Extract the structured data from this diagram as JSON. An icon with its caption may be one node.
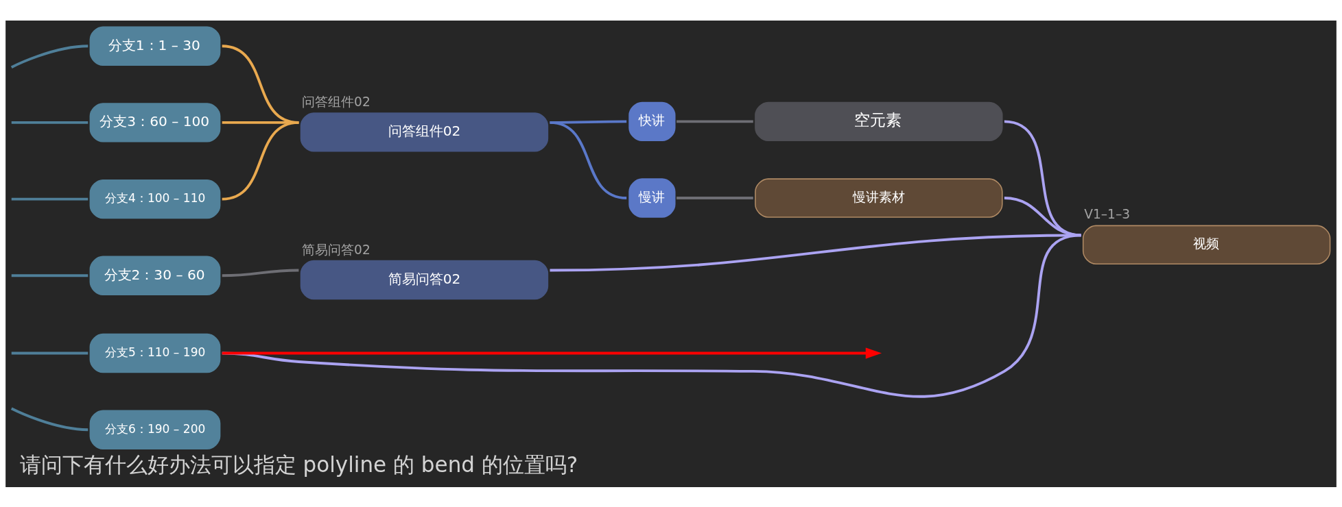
{
  "diagram": {
    "caption": "请问下有什么好办法可以指定 polyline 的 bend 的位置吗?",
    "nodes": [
      {
        "text": [
          "分支1：1 – 30"
        ]
      },
      {
        "text": [
          "分支3：60 – 100"
        ]
      },
      {
        "text": [
          "分支4：100 – 110"
        ]
      },
      {
        "text": [
          "分支2：30 – 60"
        ]
      },
      {
        "text": [
          "分支5：110 – 190"
        ]
      },
      {
        "text": [
          "分支6：190 – 200"
        ]
      },
      {
        "text": [
          "问答组件02",
          "问答组件02"
        ]
      },
      {
        "text": [
          "简易问答02",
          "简易问答02"
        ]
      },
      {
        "text": [
          "快讲"
        ]
      },
      {
        "text": [
          "慢讲"
        ]
      },
      {
        "text": [
          "空元素"
        ]
      },
      {
        "text": [
          "慢讲素材"
        ]
      },
      {
        "text": [
          "V1–1–3",
          "视频"
        ]
      }
    ],
    "edges": [
      {
        "from": null,
        "to": 0,
        "arrow": "none"
      },
      {
        "from": null,
        "to": 1,
        "arrow": "none"
      },
      {
        "from": null,
        "to": 2,
        "arrow": "none"
      },
      {
        "from": null,
        "to": 3,
        "arrow": "none"
      },
      {
        "from": 4,
        "to": null,
        "arrow": "to",
        "color": "#ff0000"
      },
      {
        "from": null,
        "to": 4,
        "arrow": "none"
      },
      {
        "from": null,
        "to": 5,
        "arrow": "none"
      },
      {
        "from": 0,
        "to": 6,
        "arrow": "none",
        "color": "#e9a94f"
      },
      {
        "from": 1,
        "to": 6,
        "arrow": "none",
        "color": "#e9a94f"
      },
      {
        "from": 2,
        "to": 6,
        "arrow": "none",
        "color": "#e9a94f"
      },
      {
        "from": 3,
        "to": 7,
        "arrow": "none",
        "color": "#6e6e74"
      },
      {
        "from": 4,
        "to": 12,
        "arrow": "none",
        "color": "#aba3f2"
      },
      {
        "from": 6,
        "to": 8,
        "arrow": "none",
        "color": "#5a78c9"
      },
      {
        "from": 6,
        "to": 9,
        "arrow": "none",
        "color": "#5a78c9"
      },
      {
        "from": 8,
        "to": 10,
        "arrow": "none",
        "color": "#6e6e74"
      },
      {
        "from": 9,
        "to": 11,
        "arrow": "none",
        "color": "#6e6e74"
      },
      {
        "from": 10,
        "to": 12,
        "arrow": "none",
        "color": "#aba3f2"
      },
      {
        "from": 11,
        "to": 12,
        "arrow": "none",
        "color": "#aba3f2"
      },
      {
        "from": 7,
        "to": 12,
        "arrow": "none",
        "color": "#aba3f2"
      }
    ]
  }
}
